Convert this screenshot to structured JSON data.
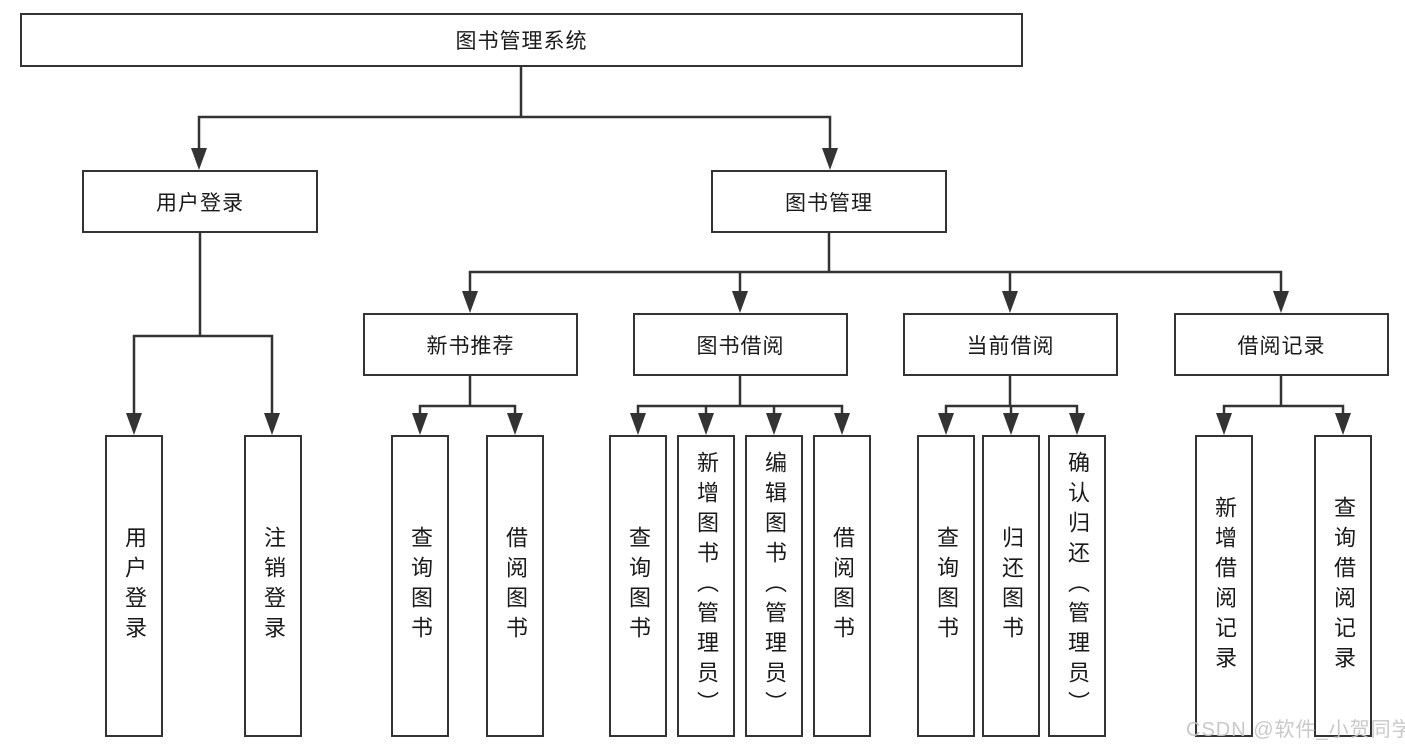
{
  "diagram": {
    "root": "图书管理系统",
    "level2": {
      "user_login": "用户登录",
      "book_mgmt": "图书管理"
    },
    "level3": {
      "new_books": "新书推荐",
      "book_borrow": "图书借阅",
      "current_borrow": "当前借阅",
      "borrow_records": "借阅记录"
    },
    "leaves": {
      "login": "用户登录",
      "logout": "注销登录",
      "new_query_book": "查询图书",
      "new_borrow_book": "借阅图书",
      "bb_query_book": "查询图书",
      "bb_add_book": "新增图书（管理员）",
      "bb_edit_book": "编辑图书（管理员）",
      "bb_borrow_book": "借阅图书",
      "cur_query_book": "查询图书",
      "cur_return_book": "归还图书",
      "cur_confirm_return": "确认归还（管理员）",
      "rec_add_record": "新增借阅记录",
      "rec_query_record": "查询借阅记录"
    }
  },
  "watermark": "CSDN @软件_小贺同学",
  "colors": {
    "line": "#333333",
    "text": "#1a1a1a",
    "watermark": "#c4c4c4",
    "background": "#ffffff"
  }
}
